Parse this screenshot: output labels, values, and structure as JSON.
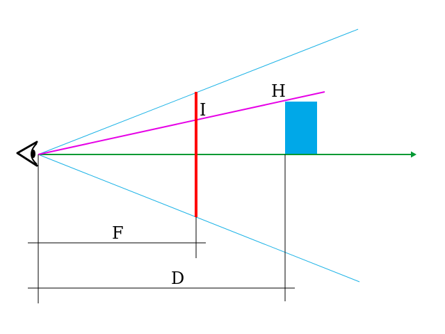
{
  "labels": {
    "object_height": "H",
    "image_size": "I",
    "focal_length": "F",
    "object_distance": "D"
  },
  "colors": {
    "field_of_view": "#1ab2e6",
    "sight_line": "#e600e6",
    "optical_axis": "#009933",
    "image_plane": "#ff0000",
    "object": "#00a8e8",
    "dimension_lines": "#000000",
    "eye": "#000000"
  }
}
